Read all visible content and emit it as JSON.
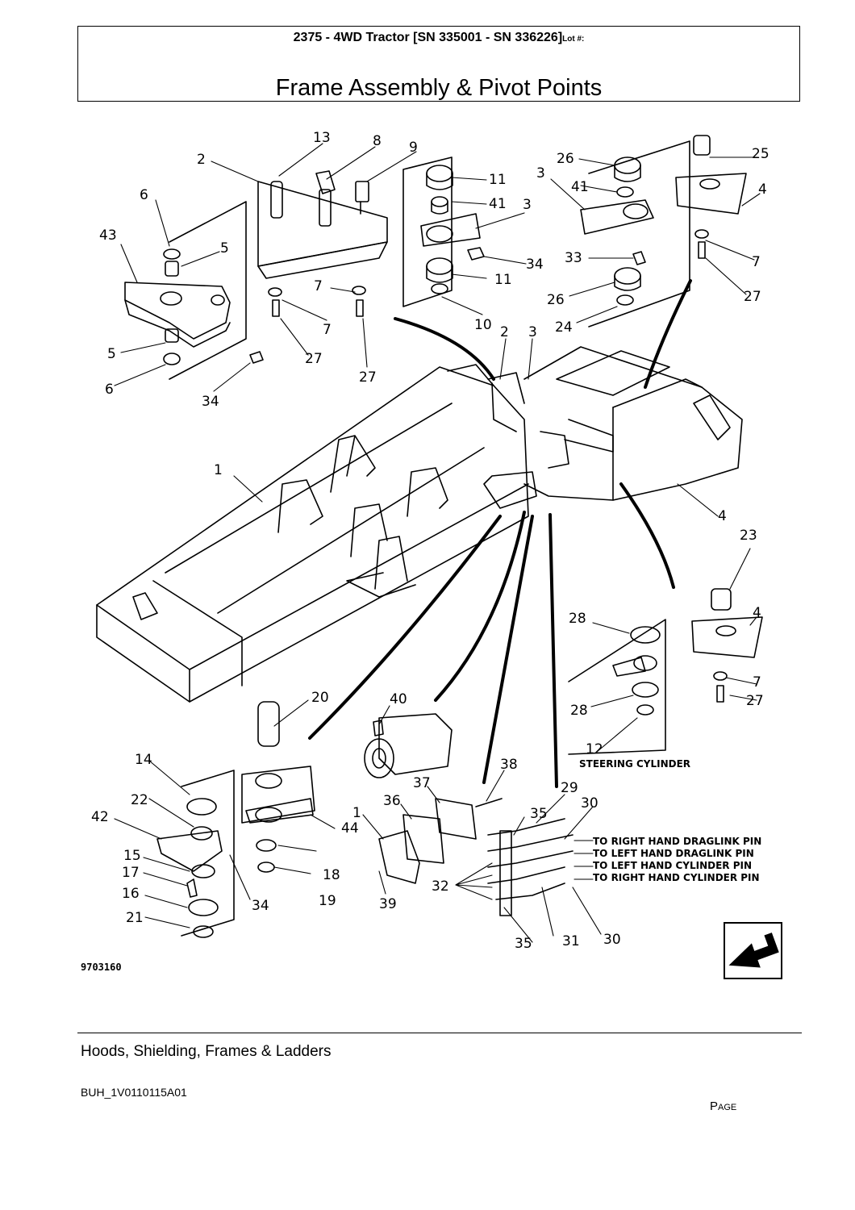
{
  "header": {
    "model": "2375 - 4WD Tractor [SN 335001 - SN 336226]",
    "lot_label": "Lot #:",
    "title": "Frame Assembly & Pivot Points"
  },
  "diagram": {
    "figure_number": "9703160",
    "notes": {
      "steering_cylinder": "STEERING CYLINDER",
      "right_draglink": "TO RIGHT HAND DRAGLINK PIN",
      "left_draglink": "TO LEFT HAND DRAGLINK PIN",
      "left_cylinder": "TO LEFT HAND CYLINDER PIN",
      "right_cylinder": "TO RIGHT HAND CYLINDER PIN"
    },
    "callouts": {
      "c13": "13",
      "c8": "8",
      "c9": "9",
      "c2a": "2",
      "c6a": "6",
      "c43": "43",
      "c5a": "5",
      "c5b": "5",
      "c6b": "6",
      "c34a": "34",
      "c7a": "7",
      "c7b": "7",
      "c27a": "27",
      "c27b": "27",
      "c11a": "11",
      "c41a": "41",
      "c3a": "3",
      "c34b": "34",
      "c11b": "11",
      "c10": "10",
      "c26a": "26",
      "c3b": "3",
      "c41b": "41",
      "c25": "25",
      "c4a": "4",
      "c33": "33",
      "c7c": "7",
      "c26b": "26",
      "c27c": "27",
      "c24": "24",
      "c2b": "2",
      "c3c": "3",
      "c1a": "1",
      "c4b": "4",
      "c23": "23",
      "c4c": "4",
      "c28a": "28",
      "c7d": "7",
      "c27d": "27",
      "c28b": "28",
      "c12": "12",
      "c20": "20",
      "c40": "40",
      "c14": "14",
      "c22": "22",
      "c42": "42",
      "c15": "15",
      "c17": "17",
      "c16": "16",
      "c21": "21",
      "c34c": "34",
      "c44": "44",
      "c18": "18",
      "c19": "19",
      "c37": "37",
      "c36": "36",
      "c1b": "1",
      "c39": "39",
      "c38": "38",
      "c29": "29",
      "c30a": "30",
      "c35a": "35",
      "c32": "32",
      "c35b": "35",
      "c31": "31",
      "c30b": "30"
    }
  },
  "footer": {
    "section": "Hoods, Shielding, Frames & Ladders",
    "doc_id": "BUH_1V0110115A01",
    "page_label": "Page"
  }
}
